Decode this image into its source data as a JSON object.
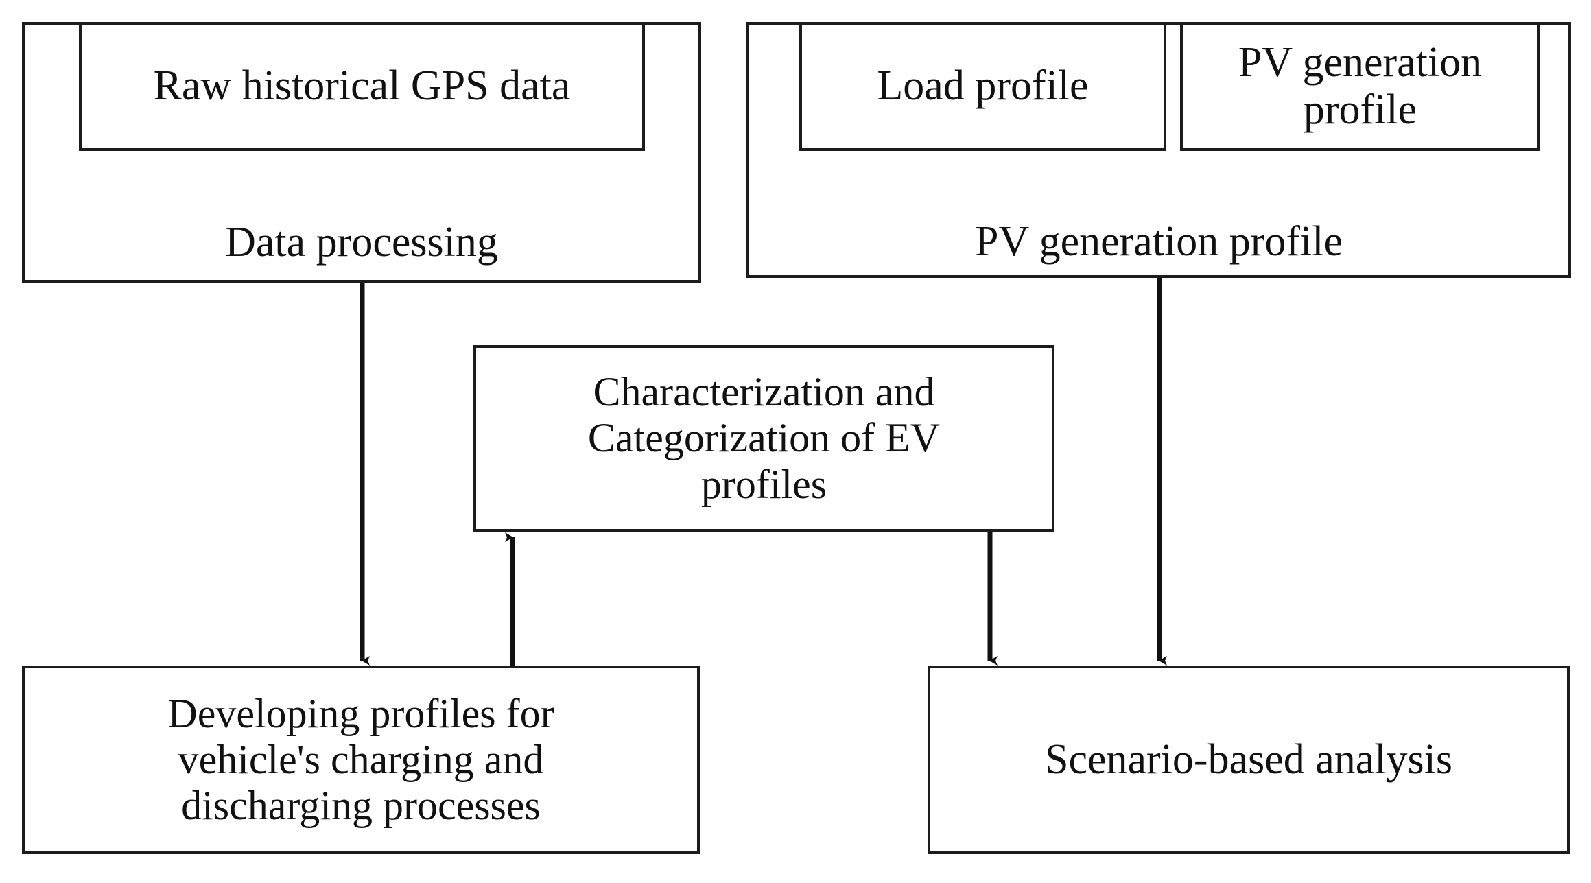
{
  "diagram": {
    "title": "EV and PV data processing flowchart",
    "background_color": "#ffffff",
    "line_color": "#1c1c1c",
    "text_color": "#111111"
  },
  "nodes": {
    "group_data_processing": {
      "label": "Data processing"
    },
    "box_raw_gps": {
      "label": "Raw historical GPS data"
    },
    "group_pv_inputs": {
      "label": "PV generation profile"
    },
    "box_load_profile": {
      "label": "Load profile"
    },
    "box_pv_generation": {
      "label": "PV generation\nprofile"
    },
    "box_characterization": {
      "label": "Characterization and\nCategorization of EV\nprofiles"
    },
    "box_developing_profiles": {
      "label": "Developing profiles for\nvehicle's charging and\ndischarging processes"
    },
    "box_scenario_analysis": {
      "label": "Scenario-based analysis"
    }
  },
  "connectors": [
    {
      "name": "data-processing-to-developing-profiles",
      "from": "group_data_processing",
      "to": "box_developing_profiles",
      "direction": "down",
      "arrowhead": "end"
    },
    {
      "name": "developing-profiles-to-characterization",
      "from": "box_developing_profiles",
      "to": "box_characterization",
      "direction": "up",
      "arrowhead": "end"
    },
    {
      "name": "characterization-to-scenario-analysis",
      "from": "box_characterization",
      "to": "box_scenario_analysis",
      "direction": "down",
      "arrowhead": "end"
    },
    {
      "name": "pv-inputs-to-scenario-analysis",
      "from": "group_pv_inputs",
      "to": "box_scenario_analysis",
      "direction": "down",
      "arrowhead": "end"
    }
  ]
}
